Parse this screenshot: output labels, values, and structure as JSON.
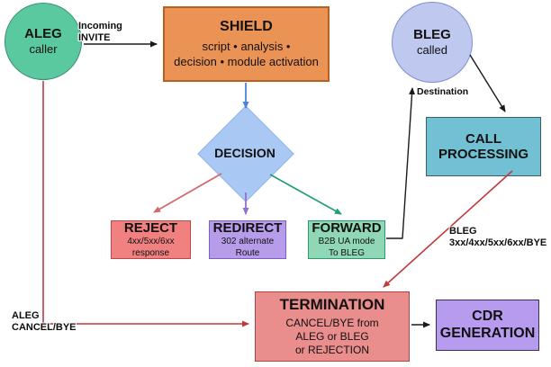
{
  "diagram": {
    "nodes": {
      "aleg": {
        "title": "ALEG",
        "subtitle": "caller"
      },
      "shield": {
        "title": "SHIELD",
        "desc1": "script • analysis •",
        "desc2": "decision • module activation"
      },
      "bleg": {
        "title": "BLEG",
        "subtitle": "called"
      },
      "decision": {
        "title": "DECISION"
      },
      "call_processing": {
        "title": "CALL PROCESSING"
      },
      "reject": {
        "title": "REJECT",
        "desc1": "4xx/5xx/6xx",
        "desc2": "response"
      },
      "redirect": {
        "title": "REDIRECT",
        "desc1": "302 alternate",
        "desc2": "Route"
      },
      "forward": {
        "title": "FORWARD",
        "desc1": "B2B UA mode",
        "desc2": "To BLEG"
      },
      "termination": {
        "title": "TERMINATION",
        "desc1": "CANCEL/BYE from",
        "desc2": "ALEG or BLEG",
        "desc3": "or REJECTION"
      },
      "cdr_generation": {
        "title": "CDR GENERATION"
      }
    },
    "edge_labels": {
      "incoming_invite_line1": "Incoming",
      "incoming_invite_line2": "INVITE",
      "destination": "Destination",
      "bleg_response_line1": "BLEG",
      "bleg_response_line2": "3xx/4xx/5xx/6xx/BYE",
      "aleg_cancel_line1": "ALEG",
      "aleg_cancel_line2": "CANCEL/BYE"
    }
  },
  "colors": {
    "text": "#111111",
    "aleg-fill": "#5bc9a0",
    "aleg-border": "#3f8e70",
    "shield-fill": "#eb9355",
    "shield-border": "#b85f22",
    "bleg-fill": "#bfc8ee",
    "bleg-border": "#7d8fd4",
    "decision-fill": "#a9c8f4",
    "decision-border": "#8fb2e8",
    "cp-fill": "#72c0d3",
    "cp-border": "#35606b",
    "reject-fill": "#f18181",
    "reject-border": "#bb4a46",
    "redirect-fill": "#b79cea",
    "redirect-border": "#7e5ec4",
    "forward-fill": "#90d7b5",
    "forward-border": "#2d9a6d",
    "termination-fill": "#ea8d8d",
    "termination-border": "#ad4343",
    "cdr-fill": "#b79bee",
    "cdr-border": "#3a2e52",
    "edge-black": "#1a1a1a",
    "edge-blue": "#4a84d8",
    "edge-salmon": "#d06a6a",
    "edge-purple": "#9570d2",
    "edge-green": "#219e74",
    "edge-red": "#c23a3a"
  }
}
